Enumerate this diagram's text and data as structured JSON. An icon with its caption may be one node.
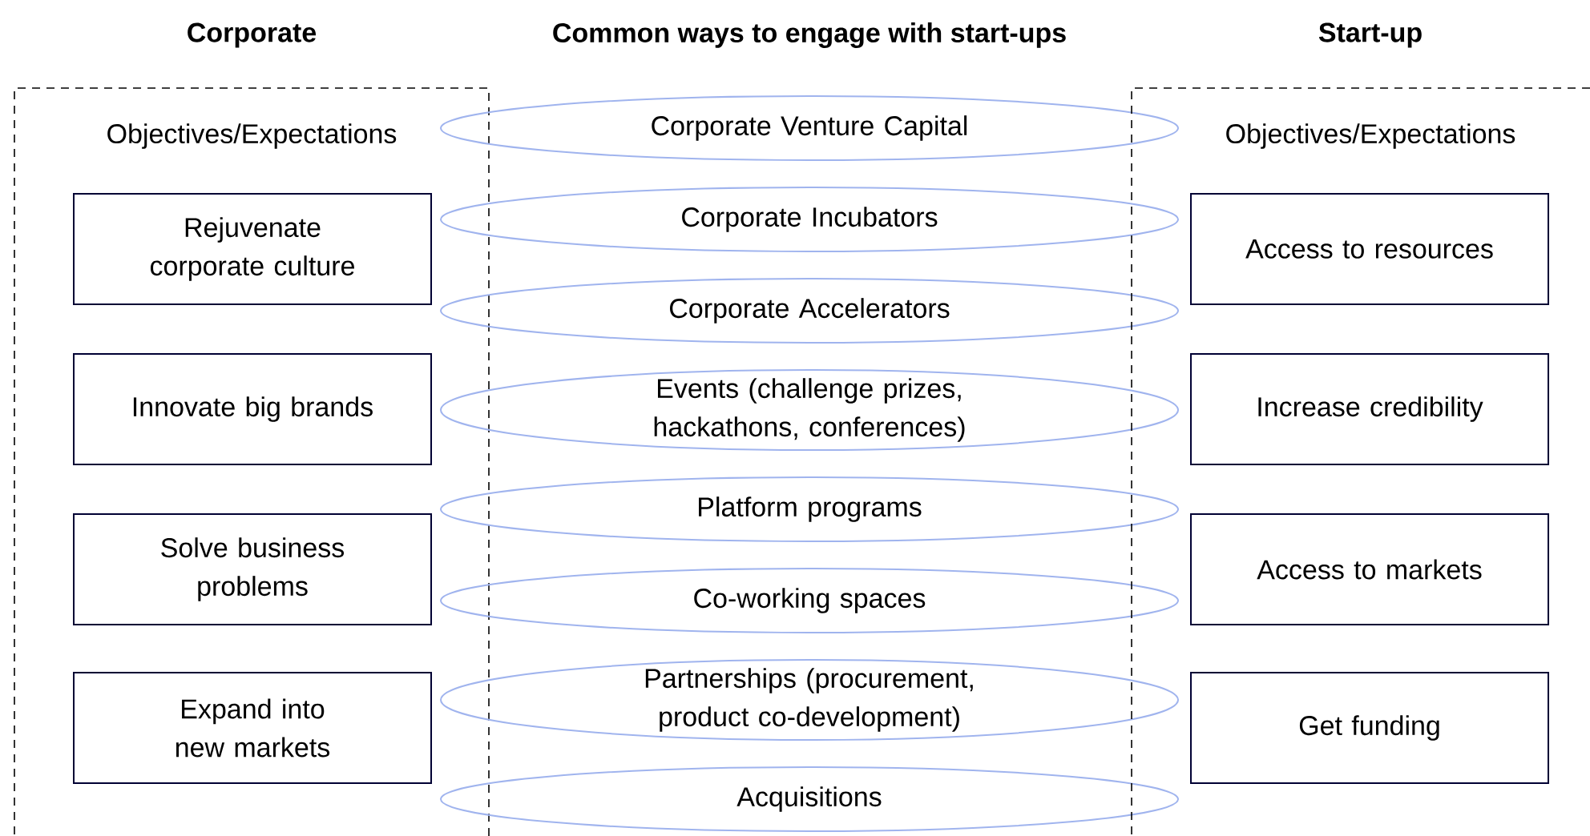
{
  "diagram": {
    "nodes": [
      {
        "text": [
          "Corporate",
          "Objectives/Expectations"
        ]
      },
      {
        "text": [
          "Rejuvenate corporate culture"
        ],
        "in": 0
      },
      {
        "text": [
          "Innovate big brands"
        ],
        "in": 0
      },
      {
        "text": [
          "Solve business problems"
        ],
        "in": 0
      },
      {
        "text": [
          "Expand into new markets"
        ],
        "in": 0
      },
      {
        "text": [
          "Corporate Venture Capital"
        ]
      },
      {
        "text": [
          "Corporate Incubators"
        ]
      },
      {
        "text": [
          "Corporate Accelerators"
        ]
      },
      {
        "text": [
          "Events (challenge prizes, hackathons, conferences)"
        ]
      },
      {
        "text": [
          "Platform programs"
        ]
      },
      {
        "text": [
          "Co-working spaces"
        ]
      },
      {
        "text": [
          "Partnerships (procurement, product co-development)"
        ]
      },
      {
        "text": [
          "Acquisitions"
        ]
      },
      {
        "text": [
          "Start-up",
          "Objectives/Expectations"
        ]
      },
      {
        "text": [
          "Access to resources"
        ],
        "in": 13
      },
      {
        "text": [
          "Increase credibility"
        ],
        "in": 13
      },
      {
        "text": [
          "Access to markets"
        ],
        "in": 13
      },
      {
        "text": [
          "Get funding"
        ],
        "in": 13
      }
    ],
    "labels": [
      "Common ways to engage with start-ups"
    ]
  }
}
